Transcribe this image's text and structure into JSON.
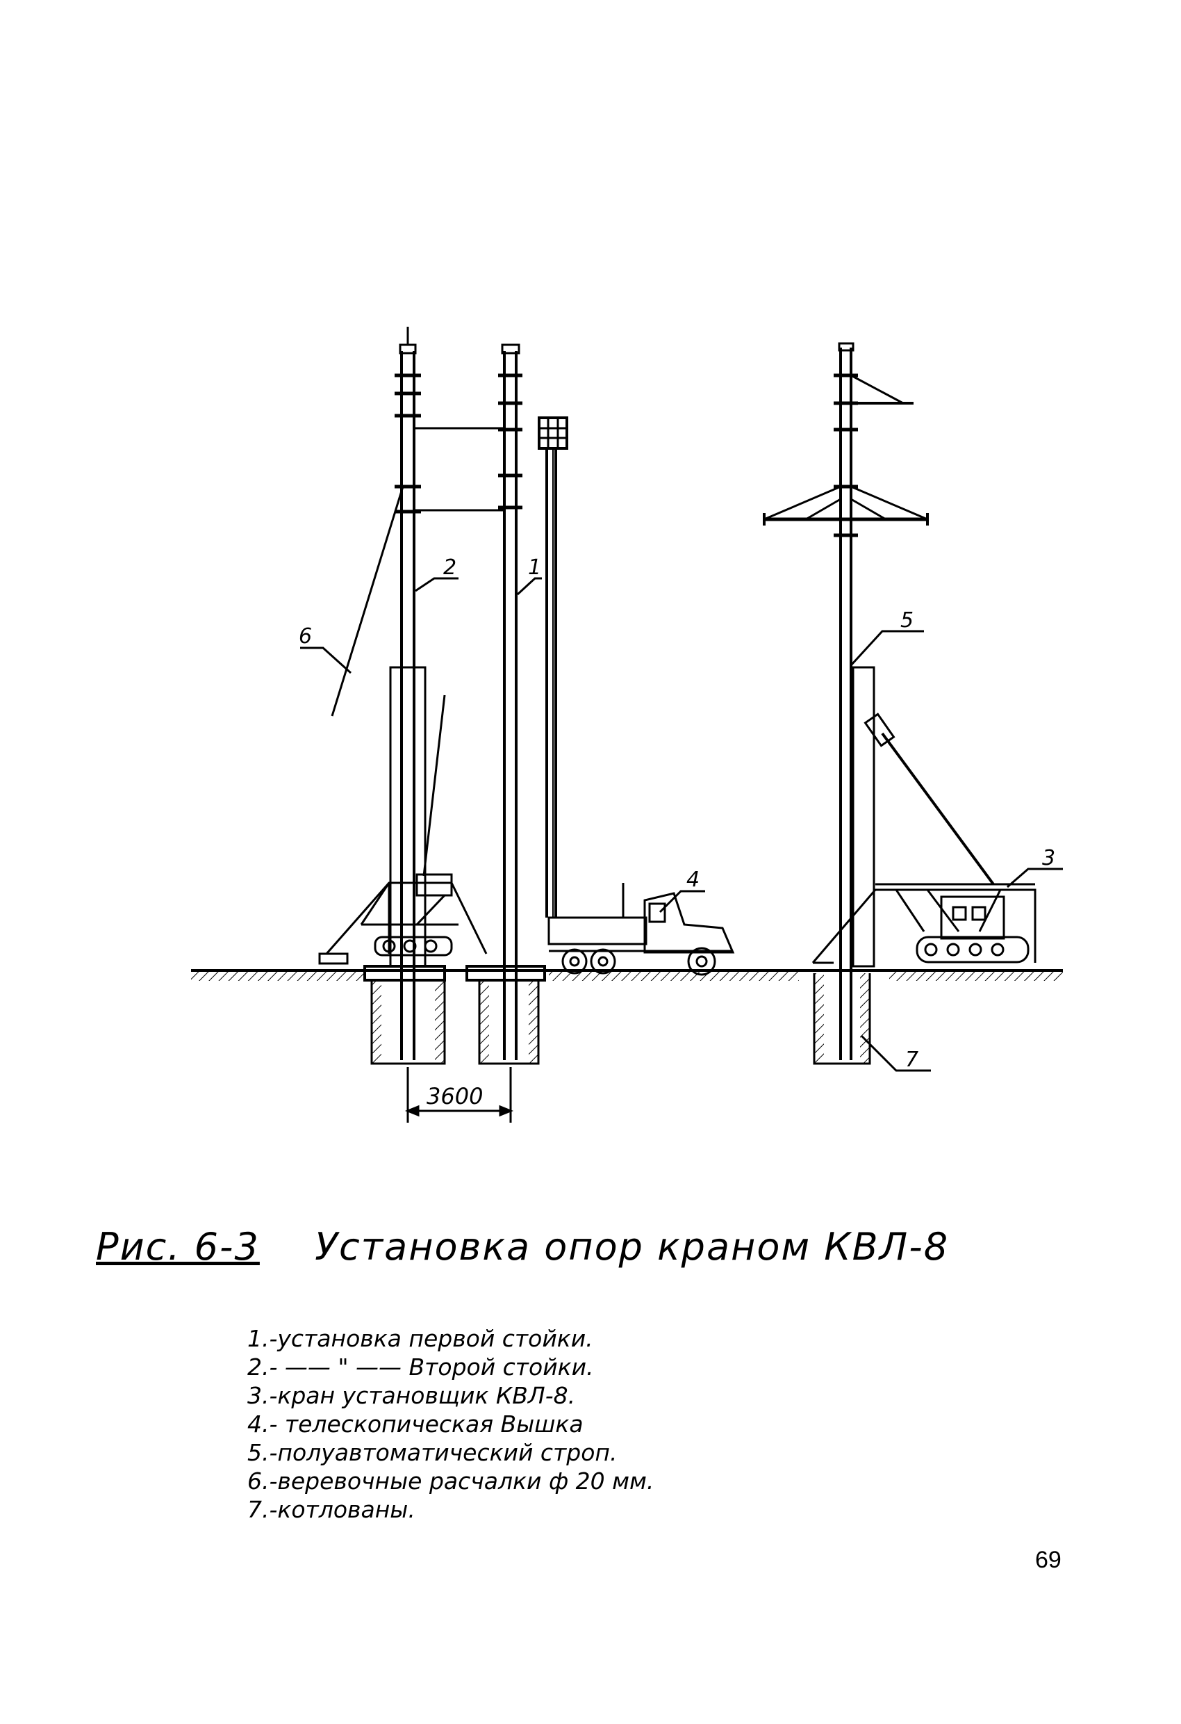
{
  "drawing": {
    "callouts": [
      "1",
      "2",
      "3",
      "4",
      "5",
      "6",
      "7"
    ],
    "dimension": "3600"
  },
  "caption": {
    "figure": "Рис. 6-3",
    "title": "Установка опор краном КВЛ-8"
  },
  "legend": [
    "1.-установка первой стойки.",
    "2.- —— \" —— Второй стойки.",
    "3.-кран установщик КВЛ-8.",
    "4.- телескопическая Вышка",
    "5.-полуавтоматический строп.",
    "6.-веревочные расчалки ф 20 мм.",
    "7.-котлованы."
  ],
  "page_number": "69"
}
